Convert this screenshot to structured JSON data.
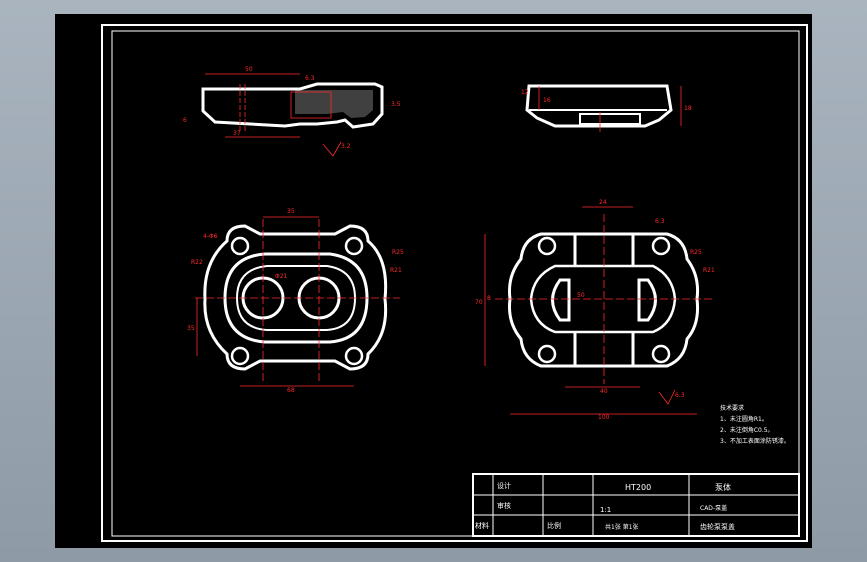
{
  "drawing": {
    "top_left_view": {
      "dim_width": "50",
      "dim_bottom": "37",
      "dim_height_left": "6",
      "dim_height_right": "3.5",
      "roughness_top": "6.3",
      "roughness_bottom": "3.2"
    },
    "top_right_view": {
      "dim_height": "16",
      "dim_step": "12",
      "dim_right": "18"
    },
    "bottom_left_view": {
      "dim_top": "35",
      "dim_bottom": "68",
      "dim_left": "35",
      "hole_label": "4-Φ6",
      "r_left": "R22",
      "r_right_upper": "R25",
      "r_right_lower": "R21",
      "bore_label": "Φ21"
    },
    "bottom_right_view": {
      "dim_top": "24",
      "dim_bottom_inner": "40",
      "dim_bottom_outer": "100",
      "dim_left": "70",
      "dim_left_small": "8",
      "dim_inner": "50",
      "r_upper": "R25",
      "r_lower": "R21",
      "roughness_top": "6.3",
      "roughness_bottom": "6.3"
    },
    "notes": {
      "title": "技术要求",
      "items": [
        "1、未注圆角R1。",
        "2、未注倒角C0.5。",
        "3、不加工表面涂防锈漆。"
      ]
    },
    "title_block": {
      "cell_a": "设计",
      "cell_b": "审核",
      "cell_c": "比例",
      "cell_d": "材料",
      "cell_e": "HT200",
      "cell_f": "泵体",
      "cell_g": "齿轮泵泵盖",
      "cell_h": "共1张 第1张",
      "cell_i": "1:1",
      "cell_j": "CAD-泵盖"
    }
  },
  "colors": {
    "background": "#9fabb6",
    "sheet": "#000000",
    "line": "#ffffff",
    "dimension": "#ff2a2a",
    "center": "#ff2a2a"
  }
}
